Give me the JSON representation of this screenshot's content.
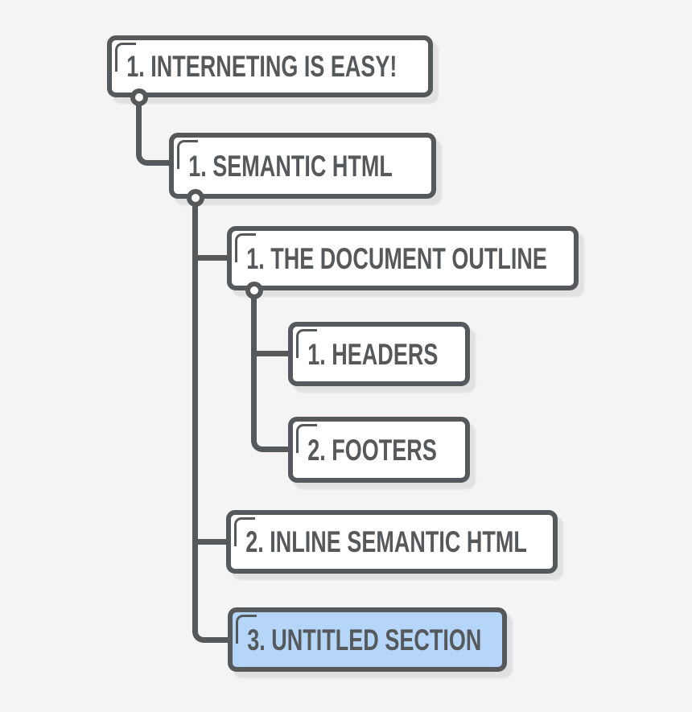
{
  "palette": {
    "background": "#f4f4f5",
    "line": "#55595c",
    "box_fill": "#ffffff",
    "highlight_fill": "#b5d6f8",
    "text": "#55595c"
  },
  "diagram": {
    "type": "document-outline-tree",
    "nodes": [
      {
        "id": "root",
        "label": "1. INTERNETING IS EASY!",
        "depth": 0,
        "highlighted": false,
        "has_children": true
      },
      {
        "id": "semantic-html",
        "label": "1. SEMANTIC HTML",
        "depth": 1,
        "highlighted": false,
        "has_children": true
      },
      {
        "id": "document-outline",
        "label": "1. THE DOCUMENT OUTLINE",
        "depth": 2,
        "highlighted": false,
        "has_children": true
      },
      {
        "id": "headers",
        "label": "1. HEADERS",
        "depth": 3,
        "highlighted": false,
        "has_children": false
      },
      {
        "id": "footers",
        "label": "2. FOOTERS",
        "depth": 3,
        "highlighted": false,
        "has_children": false
      },
      {
        "id": "inline-semantic-html",
        "label": "2. INLINE SEMANTIC HTML",
        "depth": 2,
        "highlighted": false,
        "has_children": false
      },
      {
        "id": "untitled-section",
        "label": "3. UNTITLED SECTION",
        "depth": 2,
        "highlighted": true,
        "has_children": false
      }
    ]
  }
}
